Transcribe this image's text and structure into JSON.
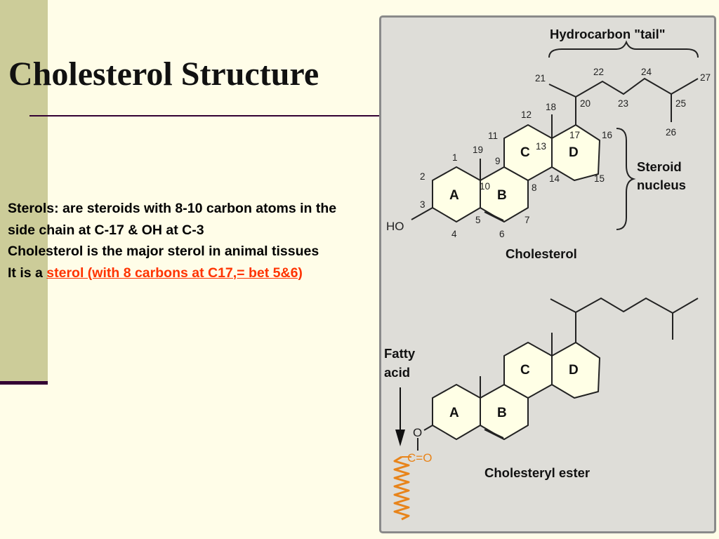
{
  "slide": {
    "title": "Cholesterol Structure",
    "paragraphs": [
      "Sterols: are steroids with 8-10 carbon atoms in the side chain  at   C-17 & OH at C-3",
      "Cholesterol is the major sterol in animal tissues"
    ],
    "last_paragraph": {
      "prefix": "It is a ",
      "highlight": "sterol (with 8 carbons at C17,= bet 5&6)"
    }
  },
  "figure": {
    "top_caption": "Hydrocarbon \"tail\"",
    "nucleus_caption": [
      "Steroid",
      "nucleus"
    ],
    "cholesterol_caption": "Cholesterol",
    "ester_caption": "Cholesteryl ester",
    "fatty_acid_caption": [
      "Fatty",
      "acid"
    ],
    "hydroxyl_label": "HO",
    "ester_oxygen_label": "O",
    "carbonyl_label": "C=O",
    "rings": [
      "A",
      "B",
      "C",
      "D"
    ],
    "carbon_numbers": {
      "c1": "1",
      "c2": "2",
      "c3": "3",
      "c4": "4",
      "c5": "5",
      "c6": "6",
      "c7": "7",
      "c8": "8",
      "c9": "9",
      "c10": "10",
      "c11": "11",
      "c12": "12",
      "c13": "13",
      "c14": "14",
      "c15": "15",
      "c16": "16",
      "c17": "17",
      "c18": "18",
      "c19": "19",
      "c20": "20",
      "c21": "21",
      "c22": "22",
      "c23": "23",
      "c24": "24",
      "c25": "25",
      "c26": "26",
      "c27": "27"
    }
  },
  "colors": {
    "background": "#fffde8",
    "left_bar": "#cccc99",
    "rule": "#330033",
    "highlight": "#ff3300",
    "figure_panel": "#deddd8",
    "ring_fill": "#ffffe6",
    "fatty_acid_spring": "#e8841a"
  }
}
